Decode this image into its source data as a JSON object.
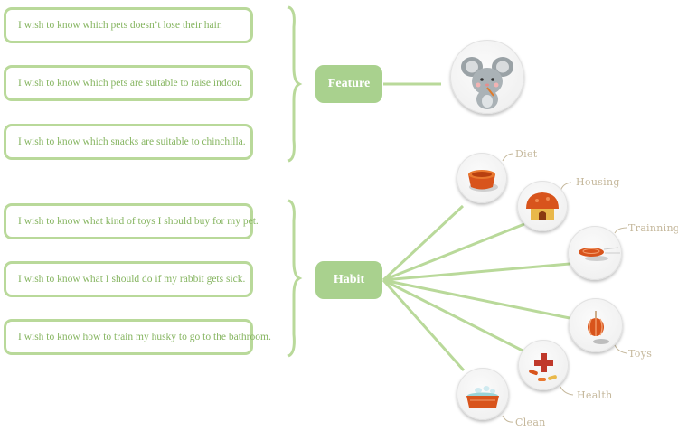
{
  "feature": {
    "label": "Feature",
    "wishes": [
      "I wish to know which pets doesn’t lose their hair.",
      "I wish to know which pets are suitable to raise indoor.",
      "I wish to know which snacks are suitable to chinchilla."
    ]
  },
  "habit": {
    "label": "Habit",
    "wishes": [
      "I wish to know what kind of toys I should buy for my pet.",
      "I wish to know what I should do if my rabbit gets sick.",
      "I wish to know how to train my husky to go to the bathroom."
    ],
    "categories": [
      {
        "label": "Diet",
        "icon": "food-bowl-icon"
      },
      {
        "label": "Housing",
        "icon": "pet-house-icon"
      },
      {
        "label": "Trainning",
        "icon": "frisbee-icon"
      },
      {
        "label": "Toys",
        "icon": "ball-toy-icon"
      },
      {
        "label": "Health",
        "icon": "medical-cross-icon"
      },
      {
        "label": "Clean",
        "icon": "bathtub-icon"
      }
    ]
  },
  "colors": {
    "accent_green": "#a9d18e",
    "border_green": "#b9d99a",
    "text_green": "#86b561",
    "label_tan": "#c5b89c",
    "icon_orange": "#d8541c"
  }
}
